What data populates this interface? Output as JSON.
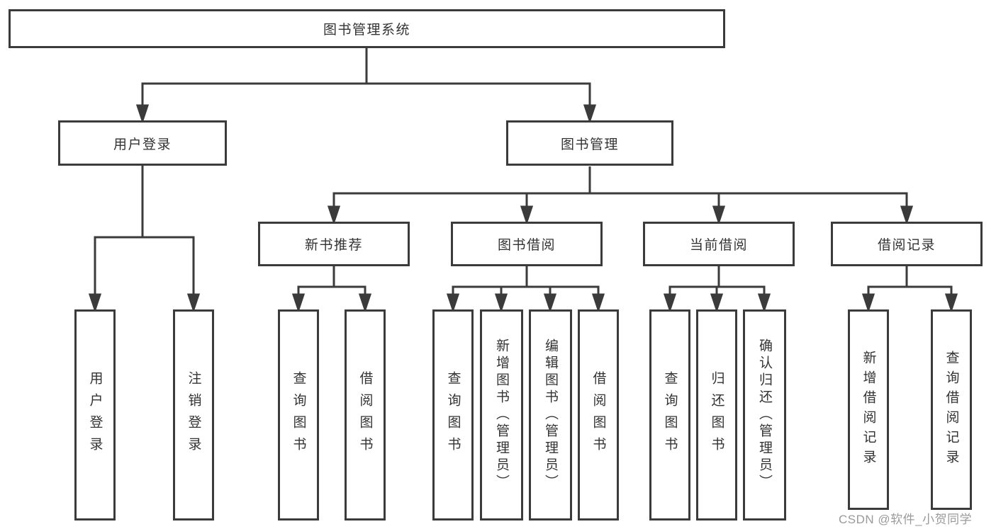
{
  "diagram_type": "hierarchy-tree",
  "colors": {
    "line": "#3b3b3b",
    "box_border": "#3b3b3b",
    "box_fill": "#ffffff",
    "text": "#333333",
    "watermark": "#9a9a9a",
    "background": "#ffffff"
  },
  "tree": {
    "root": {
      "label": "图书管理系统"
    },
    "branches": [
      {
        "label": "用户登录",
        "children": [
          {
            "label": "用户登录"
          },
          {
            "label": "注销登录"
          }
        ]
      },
      {
        "label": "图书管理",
        "children": [
          {
            "label": "新书推荐",
            "children": [
              {
                "label": "查询图书"
              },
              {
                "label": "借阅图书"
              }
            ]
          },
          {
            "label": "图书借阅",
            "children": [
              {
                "label": "查询图书"
              },
              {
                "label": "新增图书（管理员）"
              },
              {
                "label": "编辑图书（管理员）"
              },
              {
                "label": "借阅图书"
              }
            ]
          },
          {
            "label": "当前借阅",
            "children": [
              {
                "label": "查询图书"
              },
              {
                "label": "归还图书"
              },
              {
                "label": "确认归还（管理员）"
              }
            ]
          },
          {
            "label": "借阅记录",
            "children": [
              {
                "label": "新增借阅记录"
              },
              {
                "label": "查询借阅记录"
              }
            ]
          }
        ]
      }
    ]
  },
  "watermark": {
    "text": "CSDN @软件_小贺同学"
  }
}
